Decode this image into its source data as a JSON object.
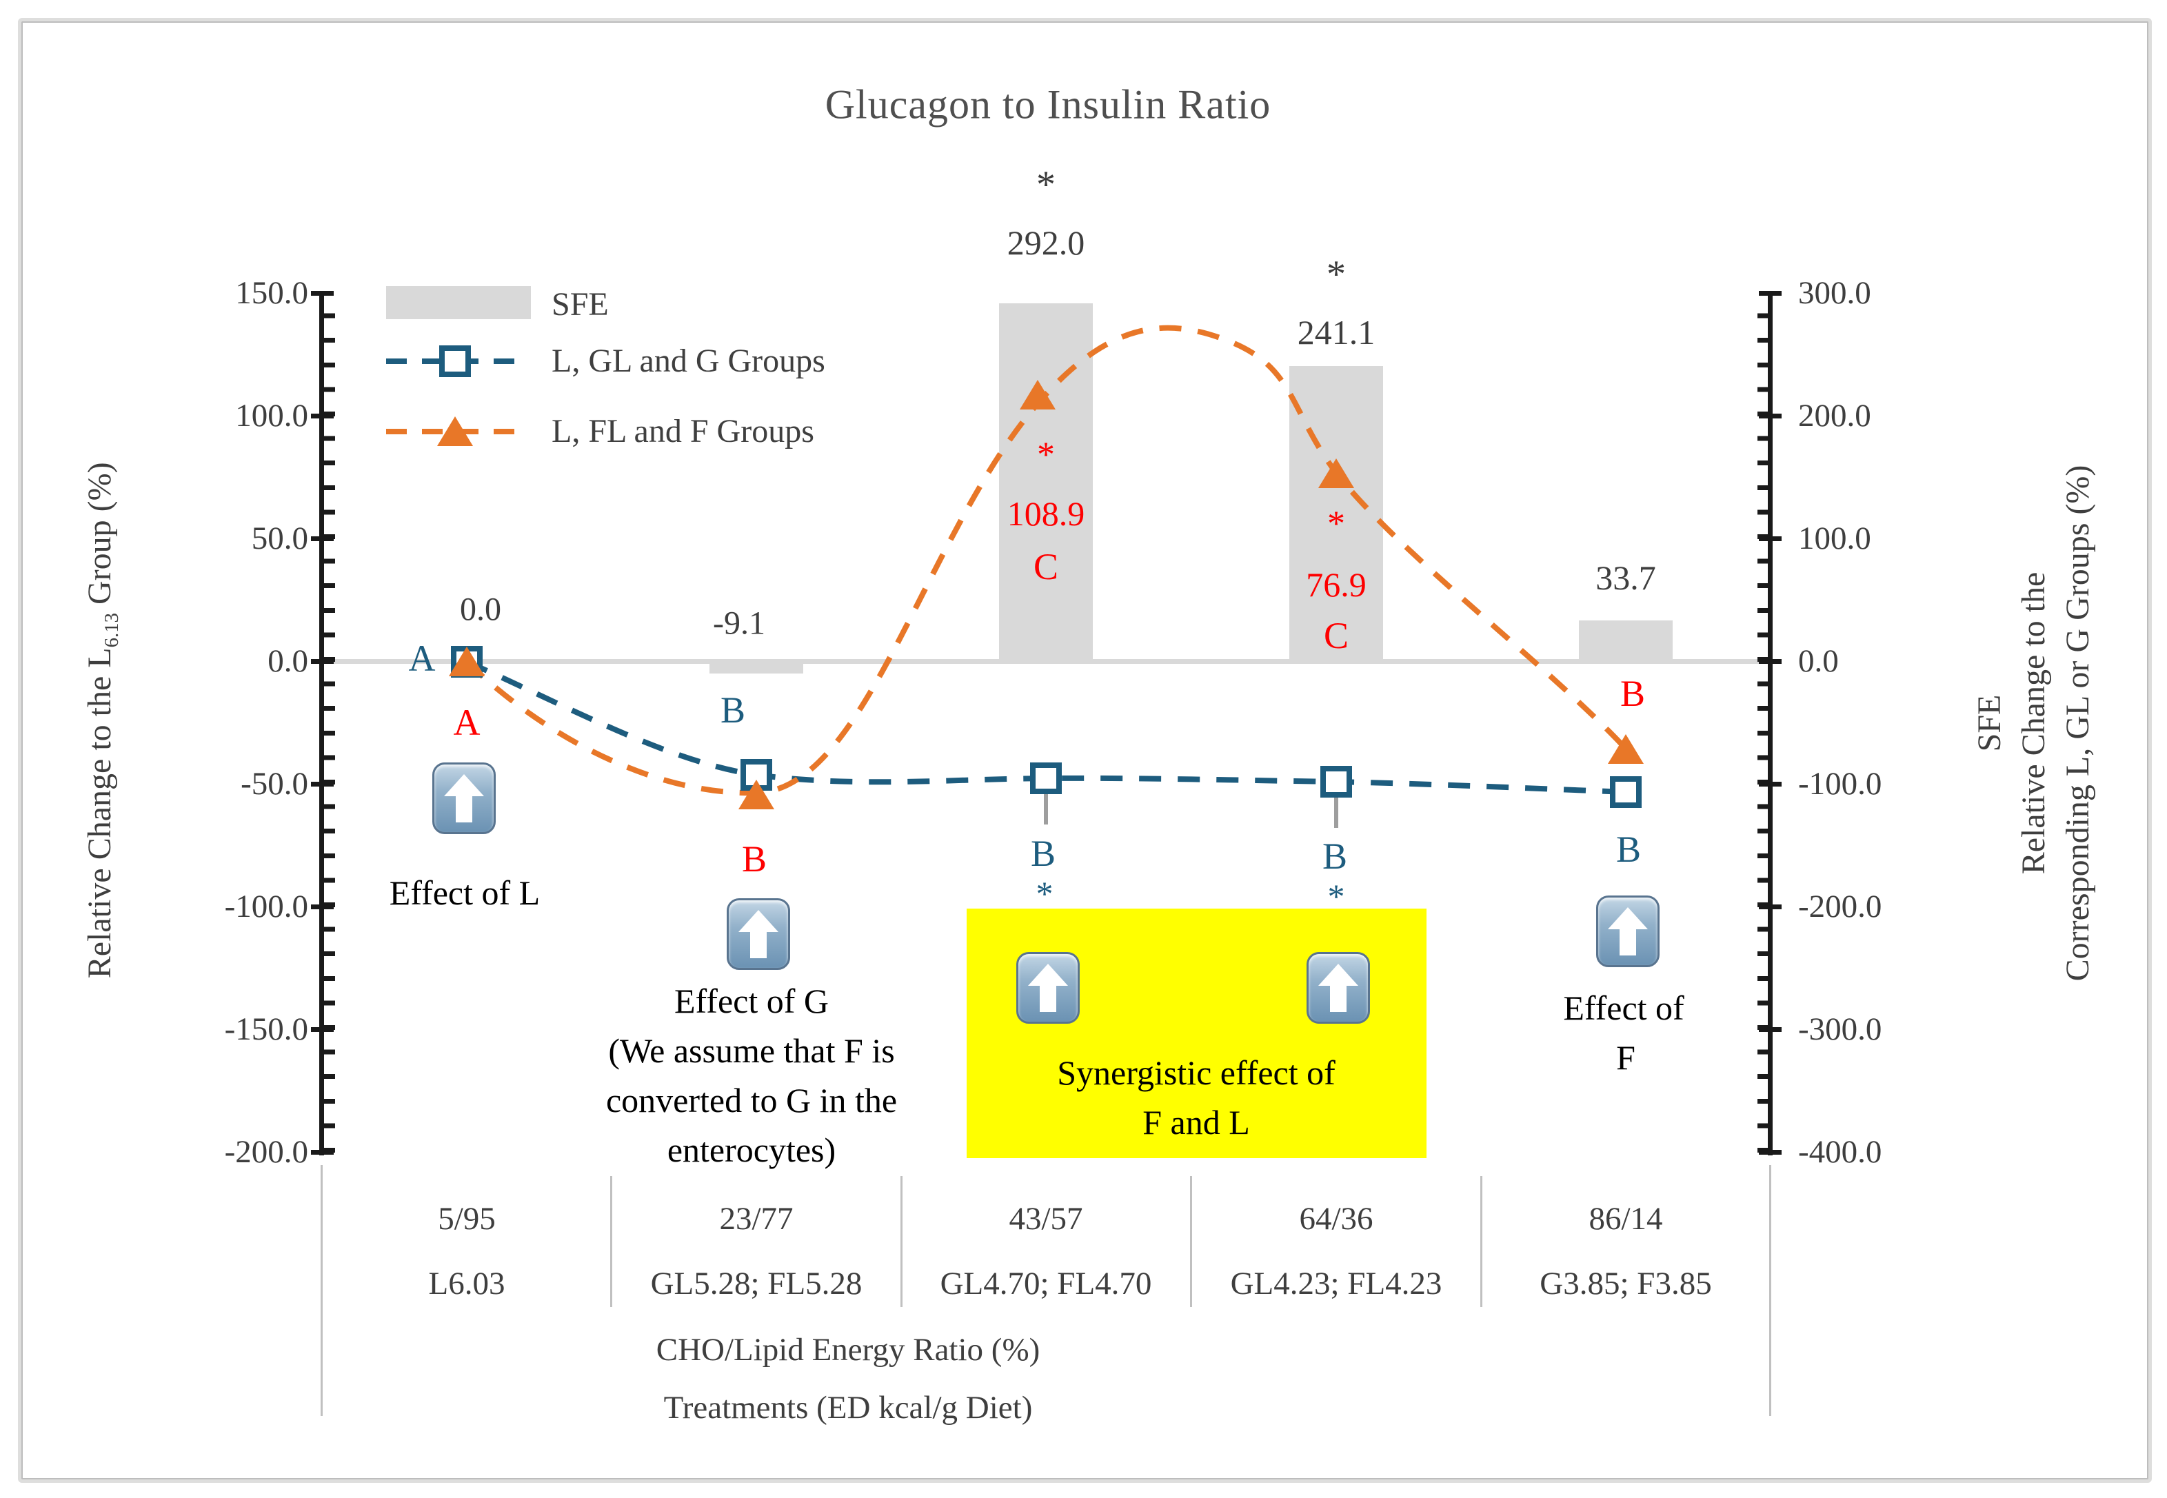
{
  "title": "Glucagon to Insulin Ratio",
  "legend": {
    "sfe": "SFE",
    "blue_series": "L, GL and G Groups",
    "orange_series": "L, FL and F Groups"
  },
  "axes": {
    "left": {
      "title_pre": "Relative Change to the L",
      "title_sub": "6.13",
      "title_post": " Group (%)",
      "ticks": [
        "150.0",
        "100.0",
        "50.0",
        "0.0",
        "-50.0",
        "-100.0",
        "-150.0",
        "-200.0"
      ]
    },
    "right": {
      "title_line1": "SFE",
      "title_line2": "Relative Change to the",
      "title_line3": "Corresponding L, GL or G Groups (%)",
      "ticks": [
        "300.0",
        "200.0",
        "100.0",
        "0.0",
        "-100.0",
        "-200.0",
        "-300.0",
        "-400.0"
      ]
    },
    "x": {
      "ratio_labels": [
        "5/95",
        "23/77",
        "43/57",
        "64/36",
        "86/14"
      ],
      "treatment_labels": [
        "L6.03",
        "GL5.28; FL5.28",
        "GL4.70; FL4.70",
        "GL4.23; FL4.23",
        "G3.85; F3.85"
      ],
      "title1": "CHO/Lipid Energy Ratio (%)",
      "title2": "Treatments (ED kcal/g Diet)"
    }
  },
  "labels": {
    "bar_values": [
      "0.0",
      "-9.1",
      "292.0",
      "241.1",
      "33.7"
    ],
    "bar_star": "*",
    "orange_values": [
      "108.9",
      "76.9"
    ],
    "orange_star": "*",
    "orange_letter_c": "C",
    "blue_letters": [
      "A",
      "B",
      "B",
      "B",
      "B"
    ],
    "blue_star": "*",
    "red_letters": {
      "g1": "A",
      "g2": "B",
      "g5": "B"
    }
  },
  "annotations": {
    "effect_l": "Effect of L",
    "effect_g_line1": "Effect of G",
    "effect_g_line2": "(We assume that F is",
    "effect_g_line3": "converted to G in the",
    "effect_g_line4": "enterocytes)",
    "synergy_line1": "Synergistic effect of",
    "synergy_line2": "F and L",
    "effect_f_line1": "Effect of",
    "effect_f_line2": "F"
  },
  "colors": {
    "blue": "#1d5c7e",
    "orange": "#e87728",
    "red": "#fe0000",
    "bar_gray": "#d9d9d9",
    "highlight_yellow": "#ffff00"
  },
  "chart_data": {
    "type": "bar",
    "subtype": "combo-bar-and-smoothed-lines",
    "title": "Glucagon to Insulin Ratio",
    "categories": [
      "5/95",
      "23/77",
      "43/57",
      "64/36",
      "86/14"
    ],
    "category_treatments": [
      "L6.03",
      "GL5.28; FL5.28",
      "GL4.70; FL4.70",
      "GL4.23; FL4.23",
      "G3.85; F3.85"
    ],
    "xlabel": "CHO/Lipid Energy Ratio (%) — Treatments (ED kcal/g Diet)",
    "left_axis": {
      "label": "Relative Change to the L6.13 Group (%)",
      "range": [
        -200.0,
        150.0
      ],
      "major_step": 50
    },
    "right_axis": {
      "label": "SFE; Relative Change to the Corresponding L, GL or G Groups (%)",
      "range": [
        -400.0,
        300.0
      ],
      "major_step": 100
    },
    "series": [
      {
        "name": "SFE",
        "type": "bar",
        "axis": "right",
        "values": [
          0.0,
          -9.1,
          292.0,
          241.1,
          33.7
        ],
        "significance": [
          null,
          null,
          "*",
          "*",
          null
        ]
      },
      {
        "name": "L, GL and G Groups",
        "type": "line",
        "axis": "left",
        "marker": "open-square",
        "values": [
          0.0,
          -46.0,
          -47.5,
          -49.0,
          -53.0
        ],
        "letters": [
          "A",
          "B",
          "B",
          "B",
          "B"
        ],
        "significance": [
          null,
          null,
          "*",
          "*",
          null
        ]
      },
      {
        "name": "L, FL and F Groups",
        "type": "line",
        "axis": "left",
        "marker": "filled-triangle",
        "values": [
          0.0,
          -53.5,
          108.9,
          76.9,
          -35.5
        ],
        "letters": [
          "A",
          "B",
          "C",
          "C",
          "B"
        ],
        "significance": [
          null,
          null,
          "*",
          "*",
          null
        ]
      }
    ],
    "legend_position": "top-left-inside",
    "grid": "zero-line-only"
  }
}
